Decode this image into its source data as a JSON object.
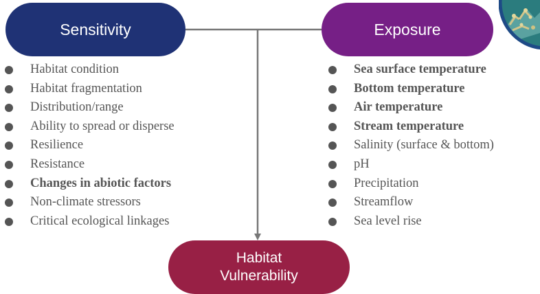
{
  "sensitivity": {
    "title": "Sensitivity",
    "color": "#1f3275",
    "items": [
      {
        "label": "Habitat condition",
        "bold": false
      },
      {
        "label": "Habitat fragmentation",
        "bold": false
      },
      {
        "label": "Distribution/range",
        "bold": false
      },
      {
        "label": "Ability to spread or disperse",
        "bold": false
      },
      {
        "label": "Resilience",
        "bold": false
      },
      {
        "label": "Resistance",
        "bold": false
      },
      {
        "label": "Changes in abiotic factors",
        "bold": true
      },
      {
        "label": "Non-climate stressors",
        "bold": false
      },
      {
        "label": "Critical ecological linkages",
        "bold": false
      }
    ]
  },
  "exposure": {
    "title": "Exposure",
    "color": "#761f86",
    "items": [
      {
        "label": "Sea surface temperature",
        "bold": true
      },
      {
        "label": "Bottom temperature",
        "bold": true
      },
      {
        "label": "Air temperature",
        "bold": true
      },
      {
        "label": "Stream temperature",
        "bold": true
      },
      {
        "label": "Salinity (surface & bottom)",
        "bold": false
      },
      {
        "label": "pH",
        "bold": false
      },
      {
        "label": "Precipitation",
        "bold": false
      },
      {
        "label": "Streamflow",
        "bold": false
      },
      {
        "label": "Sea level rise",
        "bold": false
      }
    ]
  },
  "vulnerability": {
    "title_line1": "Habitat",
    "title_line2": "Vulnerability",
    "color": "#982045"
  },
  "connector_color": "#777777",
  "bullet_color": "#555555",
  "corner_image": {
    "icon": "coral-habitat-photo-icon"
  }
}
